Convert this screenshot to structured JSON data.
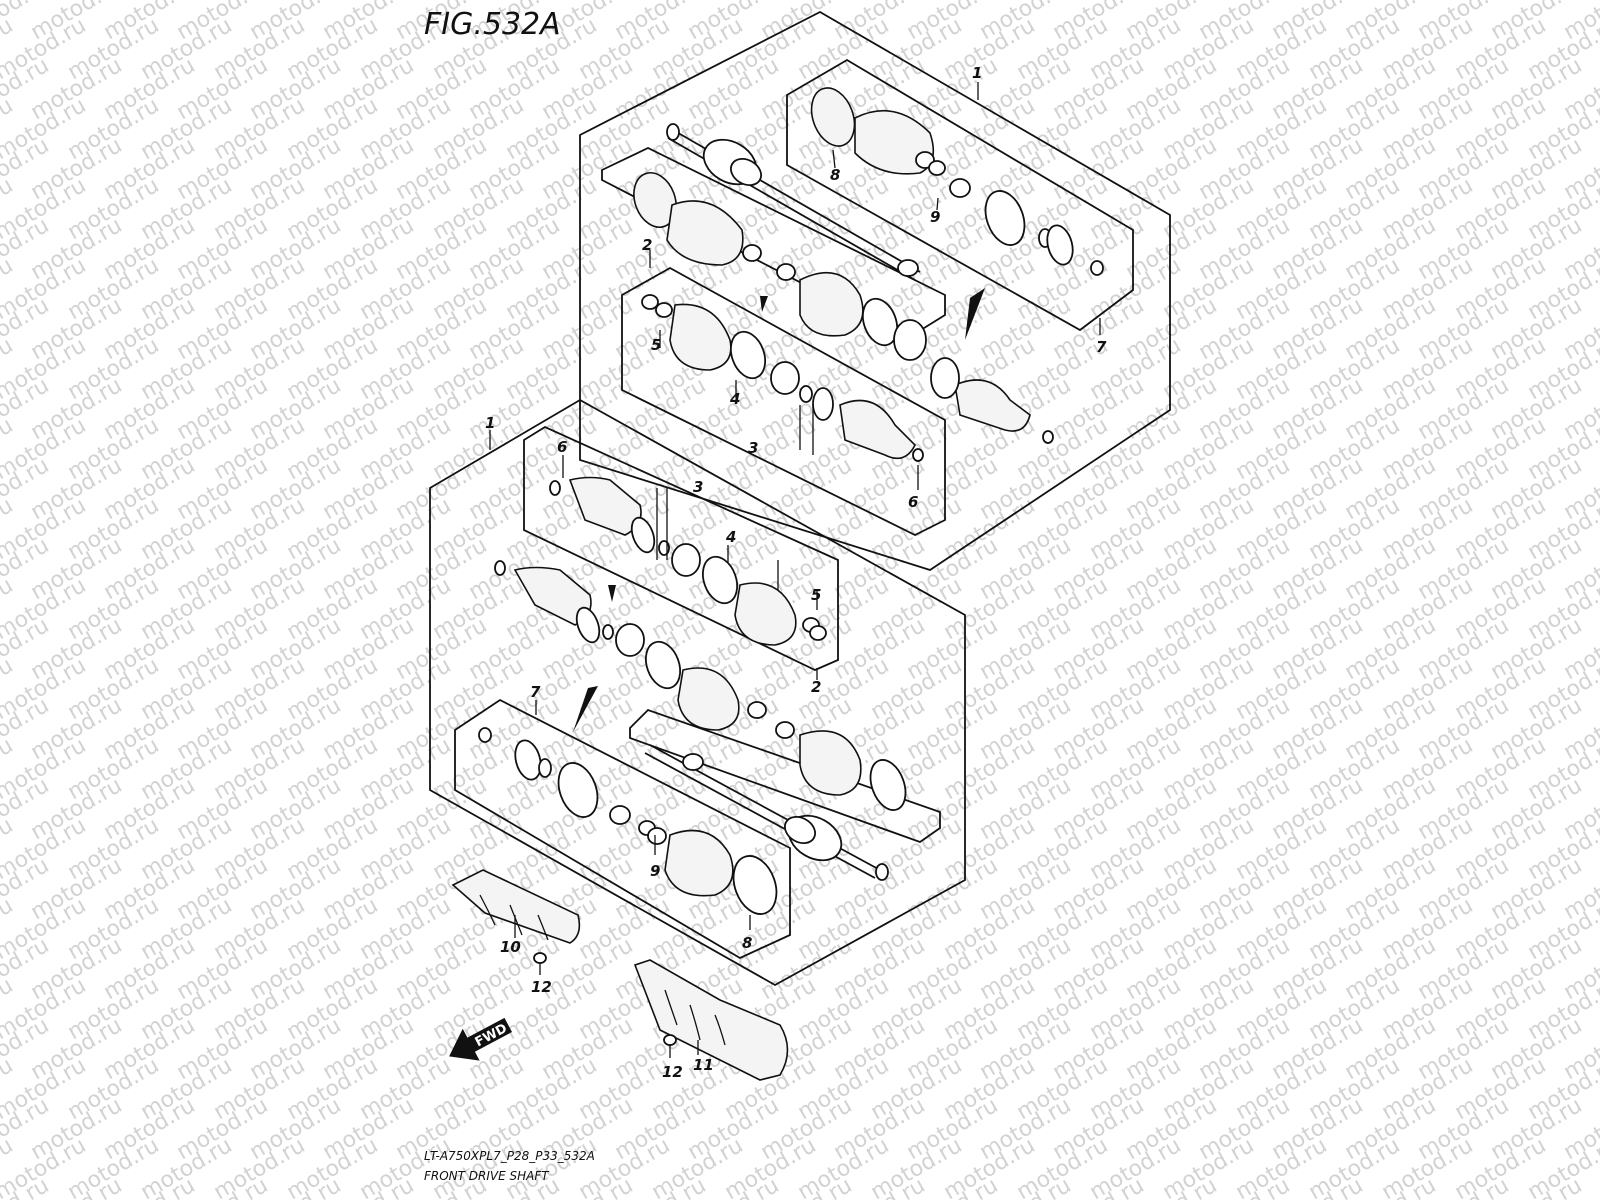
{
  "figure": {
    "title": "FIG.532A",
    "model_code": "LT-A750XPL7_P28_P33_532A",
    "caption": "FRONT DRIVE SHAFT"
  },
  "watermark": {
    "text": "motod.ru"
  },
  "fwd_arrow": {
    "label": "FWD"
  },
  "callouts": {
    "upper_assembly": {
      "c1": "1",
      "c2": "2",
      "c3": "3",
      "c4": "4",
      "c5": "5",
      "c6": "6",
      "c7": "7",
      "c8": "8",
      "c9": "9"
    },
    "lower_assembly": {
      "c1": "1",
      "c2": "2",
      "c3": "3",
      "c4": "4",
      "c5": "5",
      "c6": "6",
      "c7": "7",
      "c8": "8",
      "c9": "9"
    },
    "guards": {
      "c10": "10",
      "c11": "11",
      "c12a": "12",
      "c12b": "12"
    }
  }
}
